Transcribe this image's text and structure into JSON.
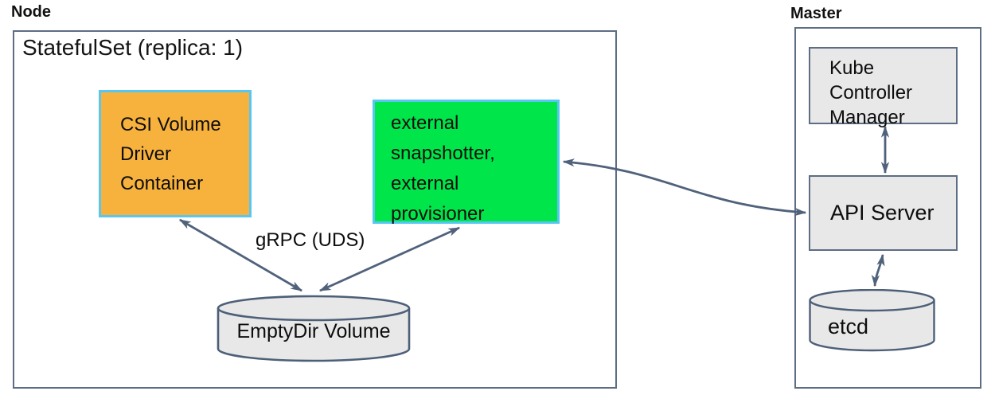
{
  "node": {
    "label": "Node",
    "statefulset_title": "StatefulSet (replica: 1)",
    "csi_driver": {
      "lines": [
        "CSI Volume",
        "Driver",
        "Container"
      ]
    },
    "sidecars": {
      "lines": [
        "external",
        "snapshotter,",
        "external",
        "provisioner"
      ]
    },
    "grpc_label": "gRPC (UDS)",
    "emptydir_label": "EmptyDir Volume"
  },
  "master": {
    "label": "Master",
    "kcm": {
      "lines": [
        "Kube",
        "Controller",
        "Manager"
      ]
    },
    "api_server_label": "API Server",
    "etcd_label": "etcd"
  },
  "colors": {
    "boundary_border": "#5d6d84",
    "arrow": "#50627b",
    "gray_fill": "#e8e8e8",
    "orange_fill": "#f7b13d",
    "green_fill": "#00e64a",
    "highlight_border": "#57c7f2",
    "text": "#141414",
    "background": "#ffffff"
  }
}
